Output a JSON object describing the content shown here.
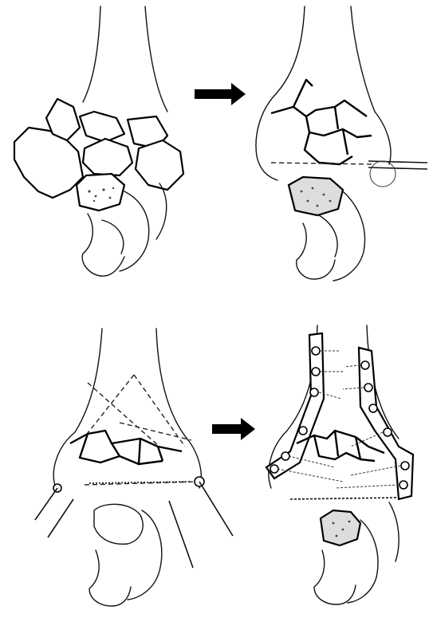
{
  "figure": {
    "panels": [
      {
        "id": "comminuted-fracture",
        "icon": "fracture-diagram"
      },
      {
        "id": "reduced-fracture-with-graft",
        "icon": "reduction-diagram"
      },
      {
        "id": "kirschner-wire-fixation",
        "icon": "k-wire-diagram"
      },
      {
        "id": "plate-fixation",
        "icon": "plate-fixation-diagram"
      }
    ],
    "arrows": [
      "arrow-right-icon",
      "arrow-right-icon"
    ],
    "colors": {
      "ink": "#000000",
      "paper": "#ffffff"
    }
  }
}
